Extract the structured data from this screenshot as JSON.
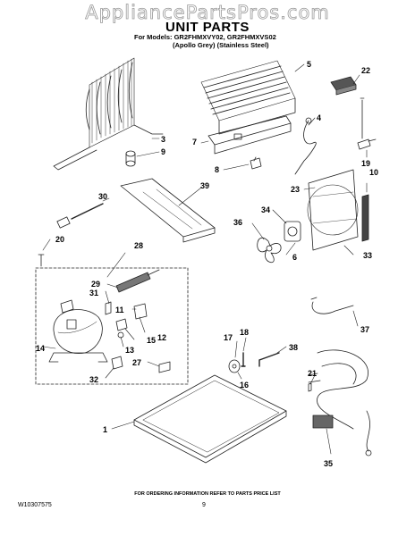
{
  "watermark": "AppliancePartsPros.com",
  "title": "UNIT PARTS",
  "models_line": "For Models: GR2FHMXVY02, GR2FHMXVS02",
  "variants_line": "(Apollo Grey)    (Stainless Steel)",
  "footer_note": "FOR ORDERING INFORMATION REFER TO PARTS PRICE LIST",
  "doc_id": "W10307575",
  "page_number": "9",
  "callouts": [
    {
      "id": "c3",
      "label": "3"
    },
    {
      "id": "c9",
      "label": "9"
    },
    {
      "id": "c5",
      "label": "5"
    },
    {
      "id": "c22",
      "label": "22"
    },
    {
      "id": "c7",
      "label": "7"
    },
    {
      "id": "c4",
      "label": "4"
    },
    {
      "id": "c8",
      "label": "8"
    },
    {
      "id": "c19",
      "label": "19"
    },
    {
      "id": "c10",
      "label": "10"
    },
    {
      "id": "c30",
      "label": "30"
    },
    {
      "id": "c39",
      "label": "39"
    },
    {
      "id": "c23",
      "label": "23"
    },
    {
      "id": "c20",
      "label": "20"
    },
    {
      "id": "c34",
      "label": "34"
    },
    {
      "id": "c36",
      "label": "36"
    },
    {
      "id": "c6",
      "label": "6"
    },
    {
      "id": "c33",
      "label": "33"
    },
    {
      "id": "c28",
      "label": "28"
    },
    {
      "id": "c29",
      "label": "29"
    },
    {
      "id": "c31",
      "label": "31"
    },
    {
      "id": "c11",
      "label": "11"
    },
    {
      "id": "c37",
      "label": "37"
    },
    {
      "id": "c12",
      "label": "12"
    },
    {
      "id": "c15",
      "label": "15"
    },
    {
      "id": "c14",
      "label": "14"
    },
    {
      "id": "c13",
      "label": "13"
    },
    {
      "id": "c17",
      "label": "17"
    },
    {
      "id": "c18",
      "label": "18"
    },
    {
      "id": "c38",
      "label": "38"
    },
    {
      "id": "c16",
      "label": "16"
    },
    {
      "id": "c27",
      "label": "27"
    },
    {
      "id": "c32",
      "label": "32"
    },
    {
      "id": "c21",
      "label": "21"
    },
    {
      "id": "c1",
      "label": "1"
    },
    {
      "id": "c35",
      "label": "35"
    }
  ]
}
